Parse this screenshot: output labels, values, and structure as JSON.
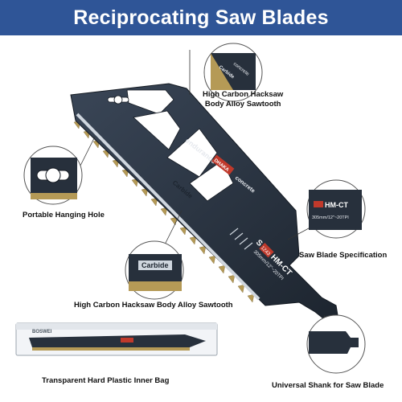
{
  "title": "Reciprocating Saw Blades",
  "blade": {
    "text_brand": "endurance",
    "text_red": "DHAKA",
    "text_material": "concrete",
    "text_carbide": "Carbide",
    "spec_code": "S",
    "spec_mid": "1243",
    "spec_suffix": "HM-CT",
    "spec_size": "305mm/12\"~20TPI"
  },
  "callouts": {
    "tip_text_1": "Carbide",
    "tip_text_2": "concrete",
    "hole_label": "Portable Hanging Hole",
    "tooth_label_line1": "High Carbon Hacksaw",
    "tooth_label_line2": "Body Alloy Sawtooth",
    "spec_label": "Saw Blade Specification",
    "carbide_label": "High Carbon Hacksaw Body Alloy Sawtooth",
    "carbide_circle_text": "Carbide",
    "bag_label": "Transparent Hard Plastic Inner Bag",
    "bag_text": "BOSWEI",
    "shank_label": "Universal Shank for Saw Blade"
  },
  "colors": {
    "banner": "#2f5597",
    "blade": "#27303c",
    "teeth": "#b59a56",
    "accent_red": "#c0392b"
  }
}
